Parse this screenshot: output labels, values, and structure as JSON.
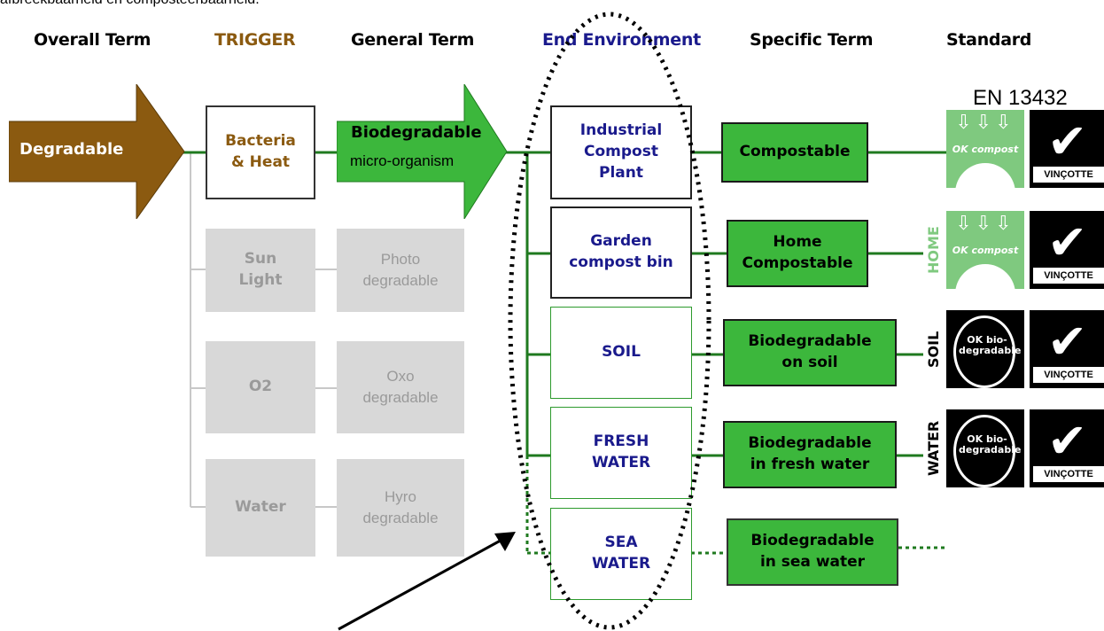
{
  "intro_text": "afbreekbaarheid en composteerbaarheid.",
  "headers": {
    "overall": "Overall Term",
    "trigger": "TRIGGER",
    "general": "General Term",
    "end_env": "End Environment",
    "specific": "Specific Term",
    "standard": "Standard"
  },
  "header_colors": {
    "trigger": "#8b5a10",
    "end_env": "#1a1a8c"
  },
  "overall_arrow": "Degradable",
  "triggers": [
    {
      "l1": "Bacteria",
      "l2": "& Heat"
    },
    {
      "l1": "Sun",
      "l2": "Light"
    },
    {
      "l1": "O2",
      "l2": ""
    },
    {
      "l1": "Water",
      "l2": ""
    }
  ],
  "general_arrow": {
    "l1": "Biodegradable",
    "l2": "micro-organism"
  },
  "general_grey": [
    {
      "l1": "Photo",
      "l2": "degradable"
    },
    {
      "l1": "Oxo",
      "l2": "degradable"
    },
    {
      "l1": "Hyro",
      "l2": "degradable"
    }
  ],
  "environments": [
    {
      "l1": "Industrial",
      "l2": "Compost",
      "l3": "Plant"
    },
    {
      "l1": "Garden",
      "l2": "compost bin",
      "l3": ""
    },
    {
      "l1": "SOIL",
      "l2": "",
      "l3": ""
    },
    {
      "l1": "FRESH",
      "l2": "WATER",
      "l3": ""
    },
    {
      "l1": "SEA",
      "l2": "WATER",
      "l3": ""
    }
  ],
  "specific": [
    {
      "l1": "Compostable",
      "l2": ""
    },
    {
      "l1": "Home",
      "l2": "Compostable"
    },
    {
      "l1": "Biodegradable",
      "l2": "on soil"
    },
    {
      "l1": "Biodegradable",
      "l2": "in fresh water"
    },
    {
      "l1": "Biodegradable",
      "l2": "in sea water"
    }
  ],
  "standard": {
    "title": "EN 13432",
    "ok_compost": "OK compost",
    "ok_bio": "OK bio-degradable",
    "vincotte": "VINÇOTTE",
    "home": "HOME",
    "soil": "SOIL",
    "water": "WATER"
  },
  "colors": {
    "brown": "#8b5a10",
    "green": "#3cb73c",
    "dark_green": "#1f7a1f",
    "grey_box": "#d8d8d8",
    "navy": "#1a1a8c"
  }
}
